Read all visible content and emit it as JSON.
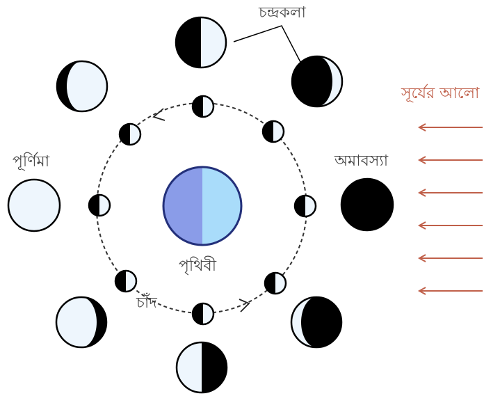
{
  "labels": {
    "phases_label": "চন্দ্রকলা",
    "sunlight_label": "সূর্যের আলো",
    "new_moon_label": "অমাবস্যা",
    "full_moon_label": "পূর্ণিমা",
    "earth_label": "পৃথিবী",
    "moon_label": "চাঁদ"
  },
  "colors": {
    "sunlight": "#c0604a",
    "moon_lit": "#eef6fd",
    "moon_dark": "#000000",
    "earth_left": "#8a9ce8",
    "earth_right": "#a9dcfa",
    "earth_outline": "#23307a",
    "orbit": "#333333"
  },
  "icons": {
    "sunlight_arrows": "arrow-left-icon",
    "orbit_direction": "chevron-arrow-icon"
  },
  "sunlight_arrow_count": 6
}
